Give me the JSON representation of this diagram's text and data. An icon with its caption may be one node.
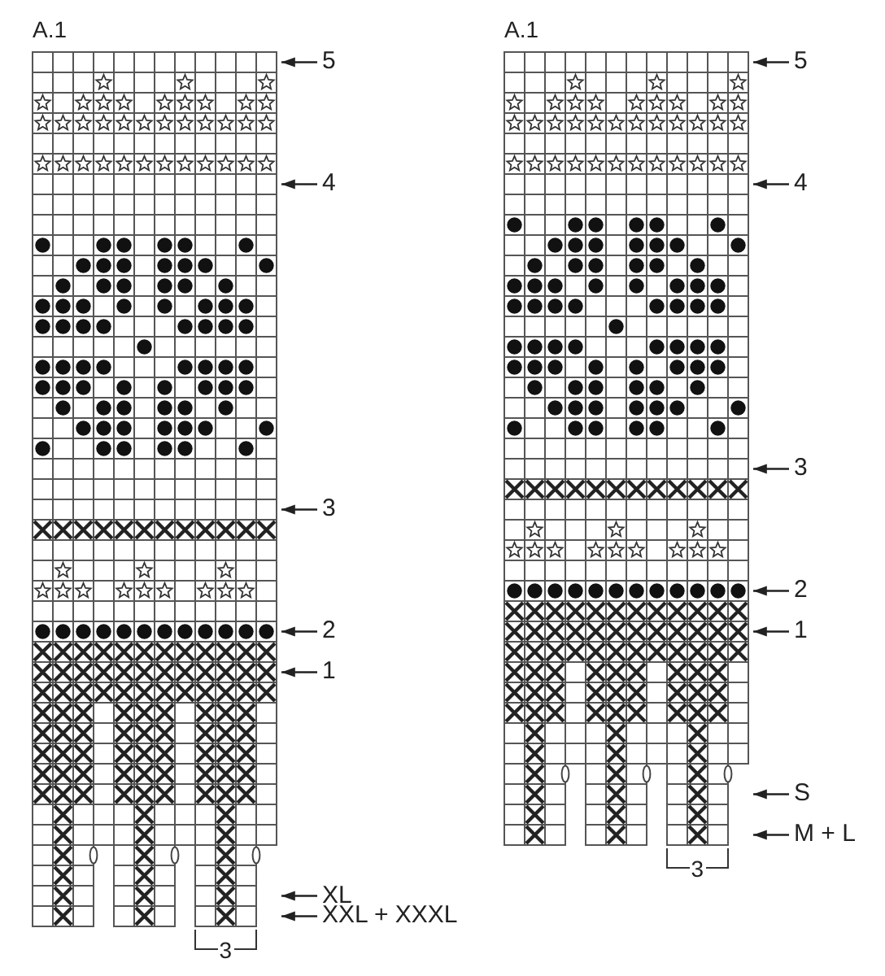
{
  "diagram": {
    "nodes": [
      {
        "text": [
          "A.1"
        ]
      },
      {
        "text": [
          "5"
        ]
      },
      {
        "text": [
          "4"
        ]
      },
      {
        "text": [
          "3"
        ]
      },
      {
        "text": [
          "2"
        ]
      },
      {
        "text": [
          "1"
        ]
      },
      {
        "text": [
          "XL"
        ]
      },
      {
        "text": [
          "XXL + XXXL"
        ]
      },
      {
        "text": [
          "A.1"
        ]
      },
      {
        "text": [
          "5"
        ]
      },
      {
        "text": [
          "4"
        ]
      },
      {
        "text": [
          "3"
        ]
      },
      {
        "text": [
          "2"
        ]
      },
      {
        "text": [
          "1"
        ]
      },
      {
        "text": [
          "S"
        ]
      },
      {
        "text": [
          "M + L"
        ]
      }
    ],
    "edges": [
      {
        "from": 1,
        "to": 0,
        "arrow": "to"
      },
      {
        "from": 2,
        "to": 0,
        "arrow": "to"
      },
      {
        "from": 3,
        "to": 0,
        "arrow": "to"
      },
      {
        "from": 4,
        "to": 0,
        "arrow": "to"
      },
      {
        "from": 5,
        "to": 0,
        "arrow": "to"
      },
      {
        "from": 6,
        "to": 0,
        "arrow": "to"
      },
      {
        "from": 7,
        "to": 0,
        "arrow": "to"
      },
      {
        "from": 9,
        "to": 8,
        "arrow": "to"
      },
      {
        "from": 10,
        "to": 8,
        "arrow": "to"
      },
      {
        "from": 11,
        "to": 8,
        "arrow": "to"
      },
      {
        "from": 12,
        "to": 8,
        "arrow": "to"
      },
      {
        "from": 13,
        "to": 8,
        "arrow": "to"
      },
      {
        "from": 14,
        "to": 8,
        "arrow": "to"
      },
      {
        "from": 15,
        "to": 8,
        "arrow": "to"
      }
    ],
    "labels": [
      "3",
      "3"
    ]
  }
}
